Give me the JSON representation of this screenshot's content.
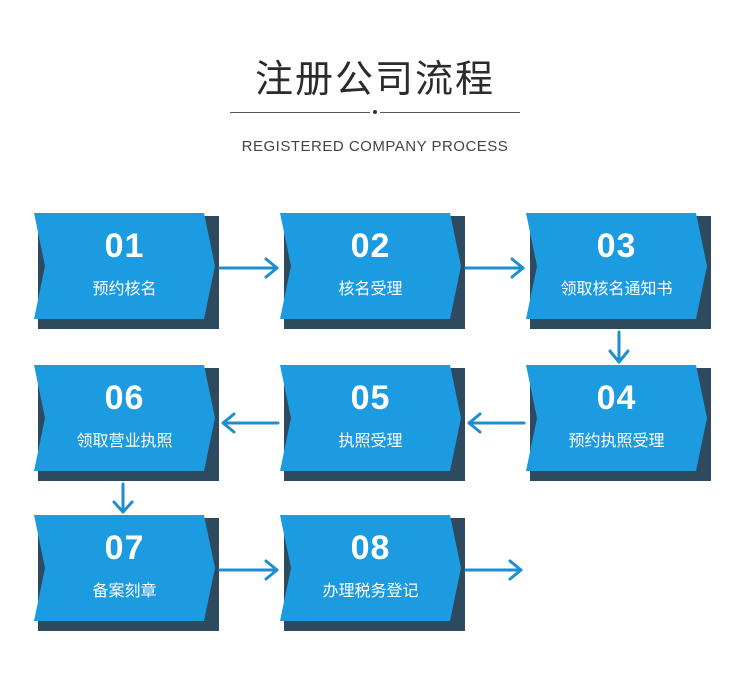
{
  "header": {
    "title": "注册公司流程",
    "subtitle": "REGISTERED COMPANY PROCESS"
  },
  "steps": [
    {
      "num": "01",
      "label": "预约核名"
    },
    {
      "num": "02",
      "label": "核名受理"
    },
    {
      "num": "03",
      "label": "领取核名通知书"
    },
    {
      "num": "04",
      "label": "预约执照受理"
    },
    {
      "num": "05",
      "label": "执照受理"
    },
    {
      "num": "06",
      "label": "领取营业执照"
    },
    {
      "num": "07",
      "label": "备案刻章"
    },
    {
      "num": "08",
      "label": "办理税务登记"
    }
  ],
  "colors": {
    "step_fill": "#1d9be0",
    "step_shadow": "#2e4a5e",
    "arrow": "#1d8fcf"
  }
}
